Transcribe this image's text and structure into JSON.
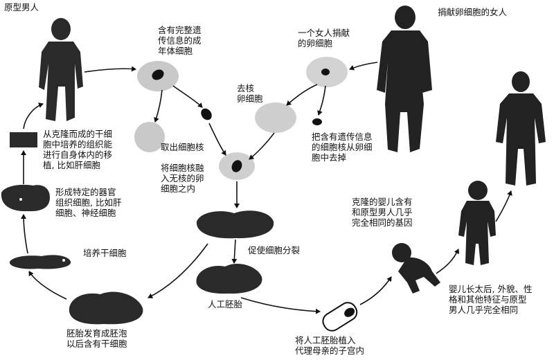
{
  "labels": {
    "original_man": "原型男人",
    "donor_woman": "捐献卵细胞的女人",
    "adult_cell": "含有完整遗\n传信息的成\n年体细胞",
    "woman_egg": "一个女人捐献\n的卵细胞",
    "enucleated_egg": "去核\n卵细胞",
    "remove_nucleus": "把含有遗传信息\n的细胞核从卵细\n胞中去掉",
    "extract_nucleus": "取出细胞核",
    "fuse_nucleus": "将细胞核融\n入无核的卵\n细胞之内",
    "transplant_tissue": "从克隆而成的干细\n胞中培养的组织能\n进行自身体内的移\n植, 比如肝细胞",
    "organ_cells": "形成特定的器官\n组织细胞, 比如肝\n细胞、神经细胞",
    "culture_stem": "培养干细胞",
    "promote_division": "促使细胞分裂",
    "artificial_embryo": "人工胚胎",
    "embryo_blastocyst": "胚胎发育成胚泡\n以后含有干细胞",
    "implant": "将人工胚胎植入\n代理母亲的子宫内",
    "clone_baby": "克隆的婴儿含有\n和原型男人几乎\n完全相同的基因",
    "grown_up": "婴儿长太后, 外貌、性\n格和其他特征与原型\n男人几乎完全相同"
  }
}
